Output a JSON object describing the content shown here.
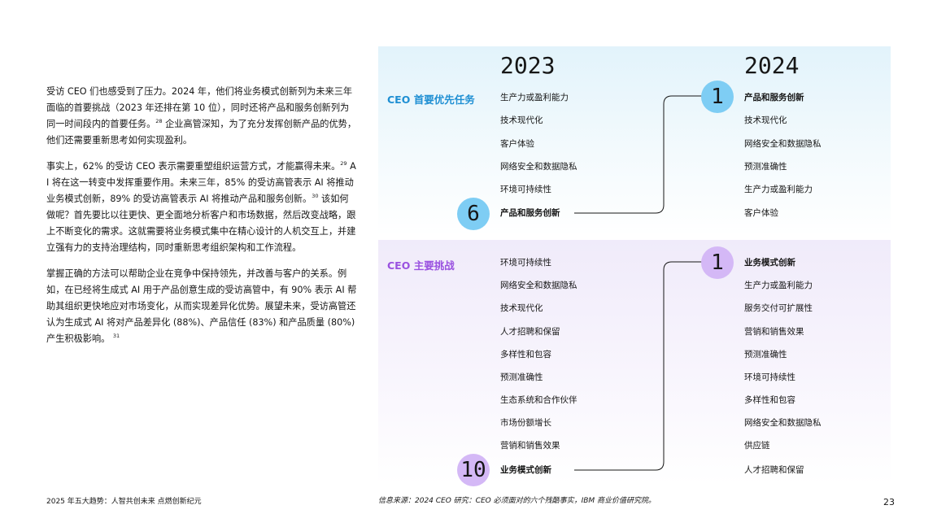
{
  "body_paragraphs": [
    {
      "text": "受访 CEO 们也感受到了压力。2024 年，他们将业务模式创新列为未来三年面临的首要挑战（2023 年还排在第 10 位），同时还将产品和服务创新列为同一时间段内的首要任务。",
      "ref": "28",
      "tail": "企业高管深知，为了充分发挥创新产品的优势，他们还需要重新思考如何实现盈利。"
    },
    {
      "text": "事实上，62% 的受访 CEO 表示需要重塑组织运营方式，才能赢得未来。",
      "ref": "29",
      "tail": "AI 将在这一转变中发挥重要作用。未来三年，85% 的受访高管表示 AI 将推动业务模式创新，89% 的受访高管表示 AI 将推动产品和服务创新。",
      "ref2": "30",
      "tail2": "该如何做呢？首先要比以往更快、更全面地分析客户和市场数据，然后改变战略，跟上不断变化的需求。这就需要将业务模式集中在精心设计的人机交互上，并建立强有力的支持治理结构，同时重新思考组织架构和工作流程。"
    },
    {
      "text": "掌握正确的方法可以帮助企业在竞争中保持领先，并改善与客户的关系。例如，在已经将生成式 AI 用于产品创意生成的受访高管中，有 90% 表示 AI 帮助其组织更快地应对市场变化，从而实现差异化优势。展望未来，受访高管还认为生成式 AI 将对产品差异化 (88%)、产品信任 (83%) 和产品质量 (80%) 产生积极影响。",
      "ref": "31"
    }
  ],
  "chart_data": {
    "type": "table",
    "years": [
      "2023",
      "2024"
    ],
    "sections": [
      {
        "label": "CEO 首要优先任务",
        "color": "#1f8fd3",
        "list_2023": [
          "生产力或盈利能力",
          "技术现代化",
          "客户体验",
          "网络安全和数据隐私",
          "环境可持续性",
          "产品和服务创新"
        ],
        "list_2024": [
          "产品和服务创新",
          "技术现代化",
          "网络安全和数据隐私",
          "预测准确性",
          "生产力或盈利能力",
          "客户体验"
        ],
        "highlight": {
          "item": "产品和服务创新",
          "rank_2023": "6",
          "rank_2024": "1"
        }
      },
      {
        "label": "CEO 主要挑战",
        "color": "#9a52e0",
        "list_2023": [
          "环境可持续性",
          "网络安全和数据隐私",
          "技术现代化",
          "人才招聘和保留",
          "多样性和包容",
          "预测准确性",
          "生态系统和合作伙伴",
          "市场份额增长",
          "营销和销售效果",
          "业务模式创新"
        ],
        "list_2024": [
          "业务模式创新",
          "生产力或盈利能力",
          "服务交付可扩展性",
          "营销和销售效果",
          "预测准确性",
          "环境可持续性",
          "多样性和包容",
          "网络安全和数据隐私",
          "供应链",
          "人才招聘和保留"
        ],
        "highlight": {
          "item": "业务模式创新",
          "rank_2023": "10",
          "rank_2024": "1"
        }
      }
    ]
  },
  "footer": {
    "left": "2025 年五大趋势：人智共创未来  点燃创新纪元",
    "source": "信息来源：2024 CEO 研究：CEO 必须面对的六个残酷事实，IBM 商业价值研究院。",
    "page": "23"
  },
  "colors": {
    "blue_circle": "#7ecdf4",
    "purple_circle": "#d4b8f6"
  }
}
